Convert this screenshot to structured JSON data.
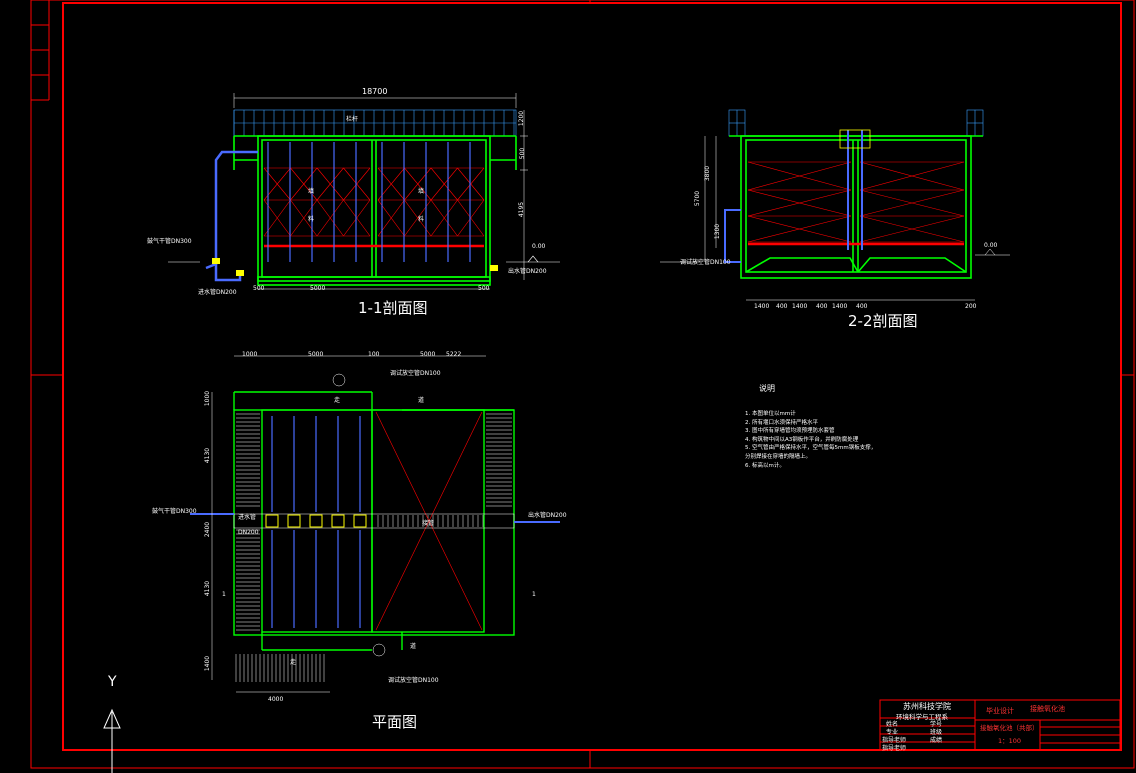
{
  "drawing": {
    "frame_color": "#ff0000",
    "wall_color": "#00ff00",
    "pipe_color": "#0000ff",
    "baffle_color": "#ff0000",
    "text_color": "#ffffff",
    "background": "#000000"
  },
  "section_1_1": {
    "title": "1-1剖面图",
    "top_dimension": "18700",
    "railing_label": "栏杆",
    "dims_right": [
      "1200",
      "500",
      "4195"
    ],
    "bottom_dims": [
      "500",
      "5000",
      "500"
    ],
    "level_mark": "0.00",
    "air_pipe_label": "鼓气干管DN300",
    "inlet_label": "进水管DN200",
    "outlet_label": "出水管DN200",
    "media_labels": [
      "填",
      "料",
      "填",
      "料"
    ]
  },
  "section_2_2": {
    "title": "2-2剖面图",
    "dims_left": [
      "3800",
      "5700",
      "1300"
    ],
    "bottom_dims": [
      "1400",
      "400",
      "1400",
      "400",
      "1400",
      "400",
      "200"
    ],
    "level_mark": "0.00",
    "drain_label": "调试放空管DN100"
  },
  "plan": {
    "title": "平面图",
    "top_dims": [
      "1000",
      "5000",
      "100",
      "5000",
      "5222"
    ],
    "left_dims": [
      "1000",
      "4130",
      "2400",
      "4130",
      "1400"
    ],
    "bottom_dim": "4000",
    "air_pipe_label": "鼓气干管DN300",
    "inlet_label": "进水管",
    "inlet_size": "DN200",
    "outlet_label": "出水管DN200",
    "drain_top_label": "调试放空管DN100",
    "drain_bottom_label": "调试放空管DN100",
    "walkway_labels": [
      "走",
      "道",
      "走",
      "道"
    ],
    "center_label": "接管",
    "section_mark": "1"
  },
  "notes": {
    "heading": "说明",
    "lines": [
      "1. 本图单位以mm计",
      "2. 所有堰口水须保持严格水平",
      "3. 图中所有穿墙管均须预埋防水套管",
      "4. 构筑物中间以A3钢板作平台，并刷防腐处理",
      "5. 空气管由严格保持水平，空气管每5mm钢板支撑，",
      "   分别焊接在穿墙的隔墙上。",
      "6. 标高以m计。"
    ]
  },
  "title_block": {
    "school": "苏州科技学院",
    "department": "环境科学与工程系",
    "rows": [
      "姓名",
      "专业",
      "指导老师",
      "指导老师"
    ],
    "row_values": [
      "学号",
      "班级",
      "成绩",
      ""
    ],
    "graduation": "毕业设计",
    "drawing_name": "接触氧化池",
    "sheet_name": "接触氧化池（共部）",
    "scale": "1：100"
  },
  "north_arrow": {
    "symbol": "Y"
  }
}
